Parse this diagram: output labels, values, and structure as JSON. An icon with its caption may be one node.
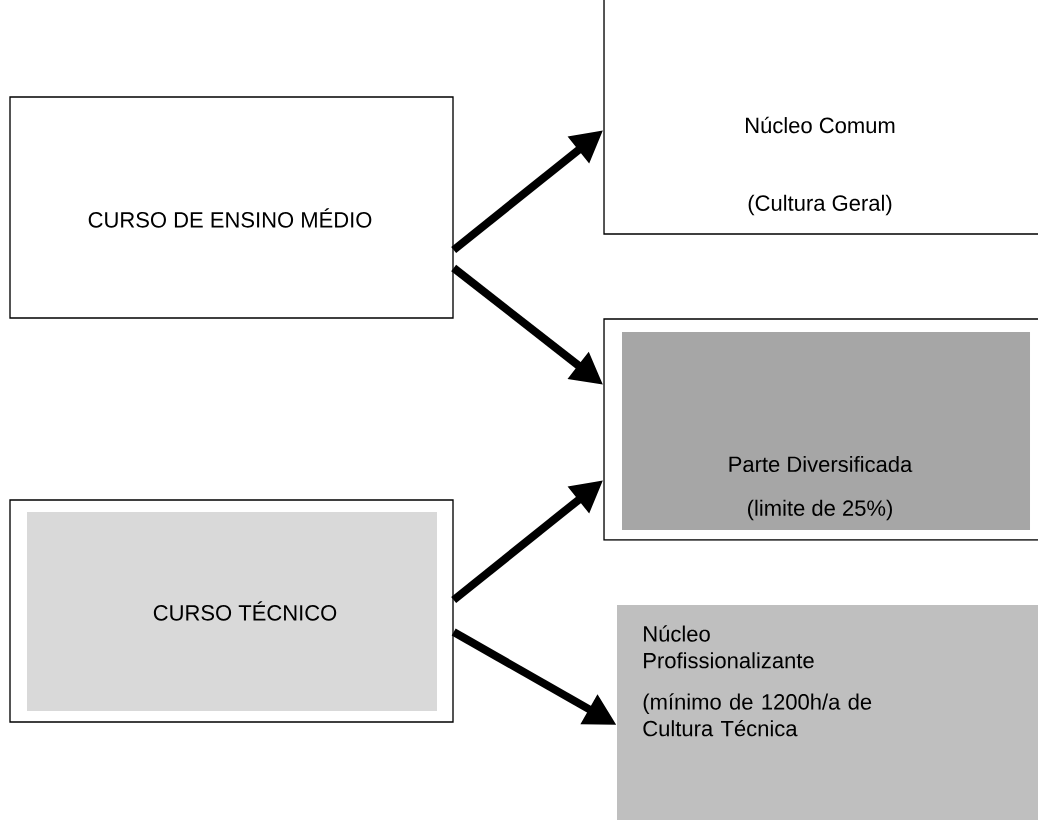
{
  "diagram": {
    "nodes": [
      {
        "text": [
          "CURSO DE ENSINO MÉDIO"
        ]
      },
      {
        "text": [
          "Núcleo Comum",
          "(Cultura Geral)"
        ]
      },
      {
        "text": [
          "Parte Diversificada",
          "(limite de 25%)"
        ]
      },
      {
        "text": [
          "CURSO TÉCNICO"
        ]
      },
      {
        "text": [
          "Núcleo Profissionalizante",
          "(mínimo de 1200h/a de Cultura Técnica"
        ]
      }
    ],
    "edges": [
      {
        "from": 0,
        "to": 1,
        "arrow": "to"
      },
      {
        "from": 0,
        "to": 2,
        "arrow": "to"
      },
      {
        "from": 3,
        "to": 2,
        "arrow": "to"
      },
      {
        "from": 3,
        "to": 4,
        "arrow": "to"
      }
    ]
  }
}
